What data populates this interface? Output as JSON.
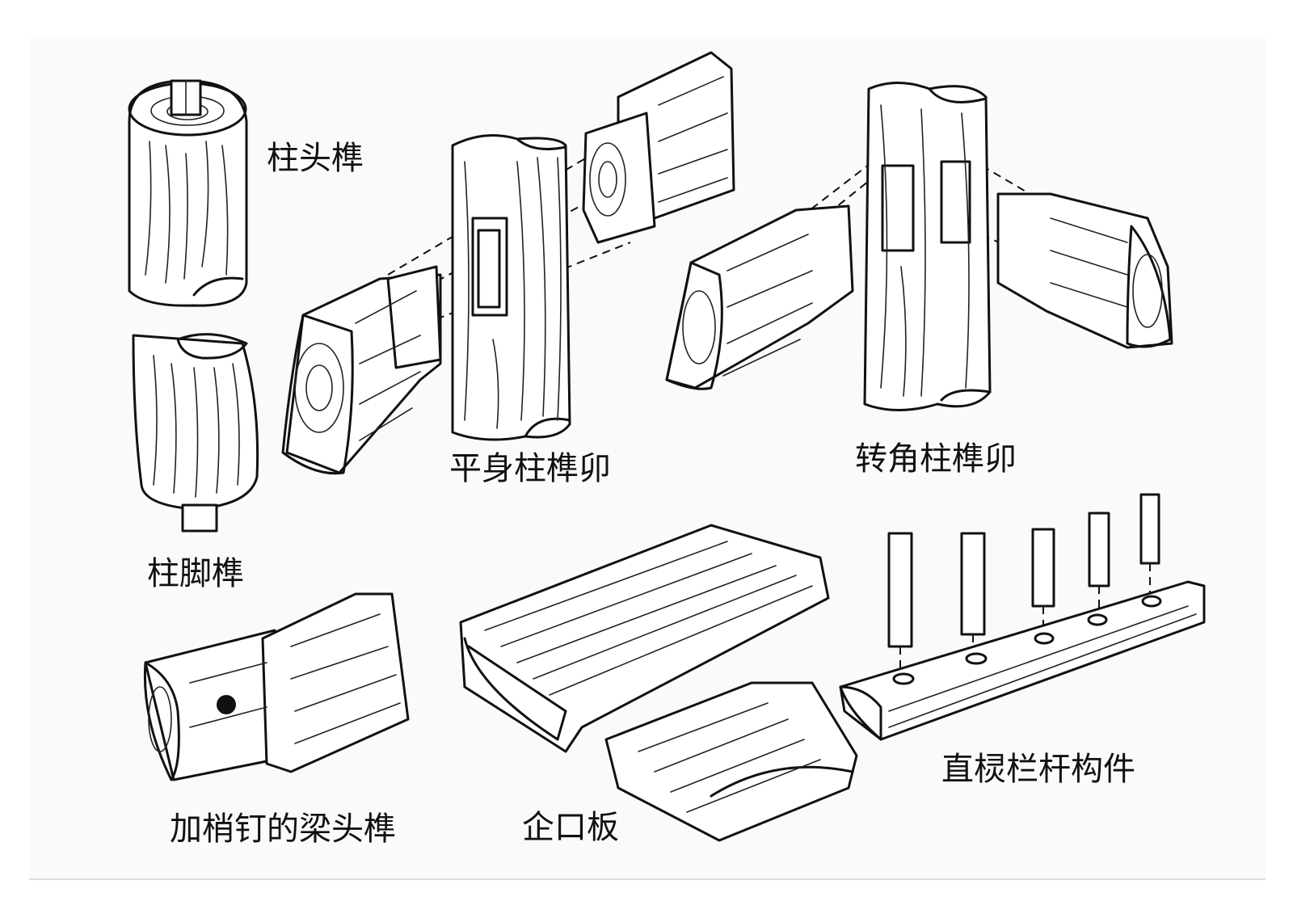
{
  "labels": {
    "column_head_tenon": "柱头榫",
    "column_foot_tenon": "柱脚榫",
    "straight_column_joint": "平身柱榫卯",
    "corner_column_joint": "转角柱榫卯",
    "pinned_beam_tenon": "加梢钉的梁头榫",
    "tongue_groove_board": "企口板",
    "railing_member": "直棂栏杆构件"
  }
}
